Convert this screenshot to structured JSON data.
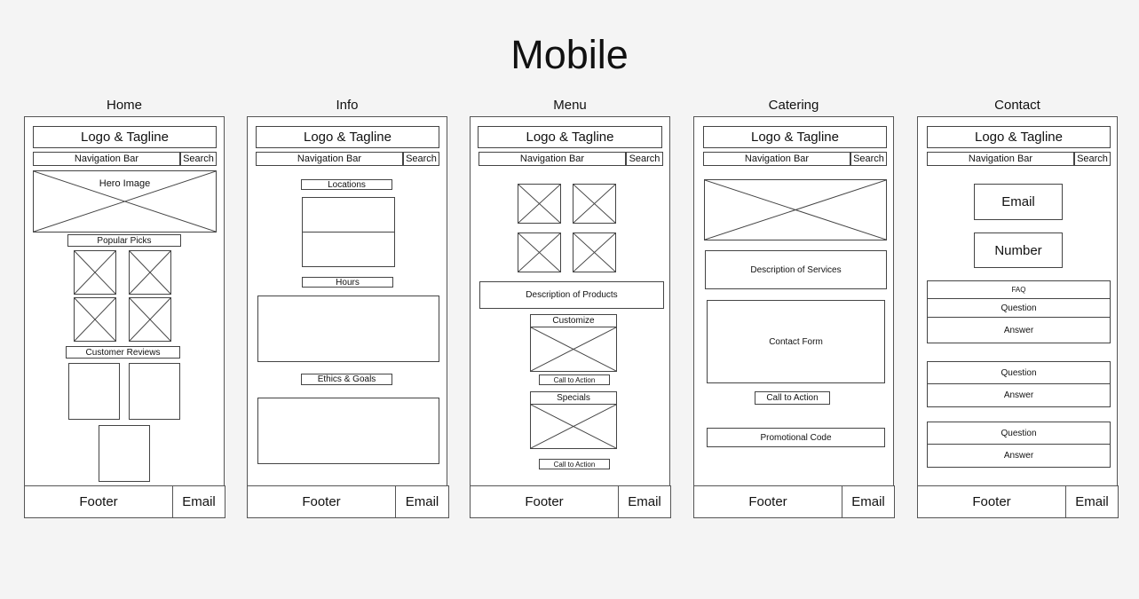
{
  "title": "Mobile",
  "screens": [
    {
      "label": "Home"
    },
    {
      "label": "Info"
    },
    {
      "label": "Menu"
    },
    {
      "label": "Catering"
    },
    {
      "label": "Contact"
    }
  ],
  "common": {
    "logo": "Logo & Tagline",
    "nav": "Navigation Bar",
    "search": "Search",
    "footer": "Footer",
    "footer_email": "Email"
  },
  "home": {
    "hero": "Hero Image",
    "popular": "Popular Picks",
    "reviews": "Customer Reviews"
  },
  "info": {
    "locations": "Locations",
    "hours": "Hours",
    "ethics": "Ethics & Goals"
  },
  "menu": {
    "description": "Description of Products",
    "customize": "Customize",
    "cta1": "Call to Action",
    "specials": "Specials",
    "cta2": "Call to Action"
  },
  "catering": {
    "description": "Description of Services",
    "contact_form": "Contact Form",
    "cta": "Call to Action",
    "promo": "Promotional Code"
  },
  "contact": {
    "email": "Email",
    "number": "Number",
    "faq": "FAQ",
    "qa": [
      {
        "q": "Question",
        "a": "Answer"
      },
      {
        "q": "Question",
        "a": "Answer"
      },
      {
        "q": "Question",
        "a": "Answer"
      }
    ]
  }
}
